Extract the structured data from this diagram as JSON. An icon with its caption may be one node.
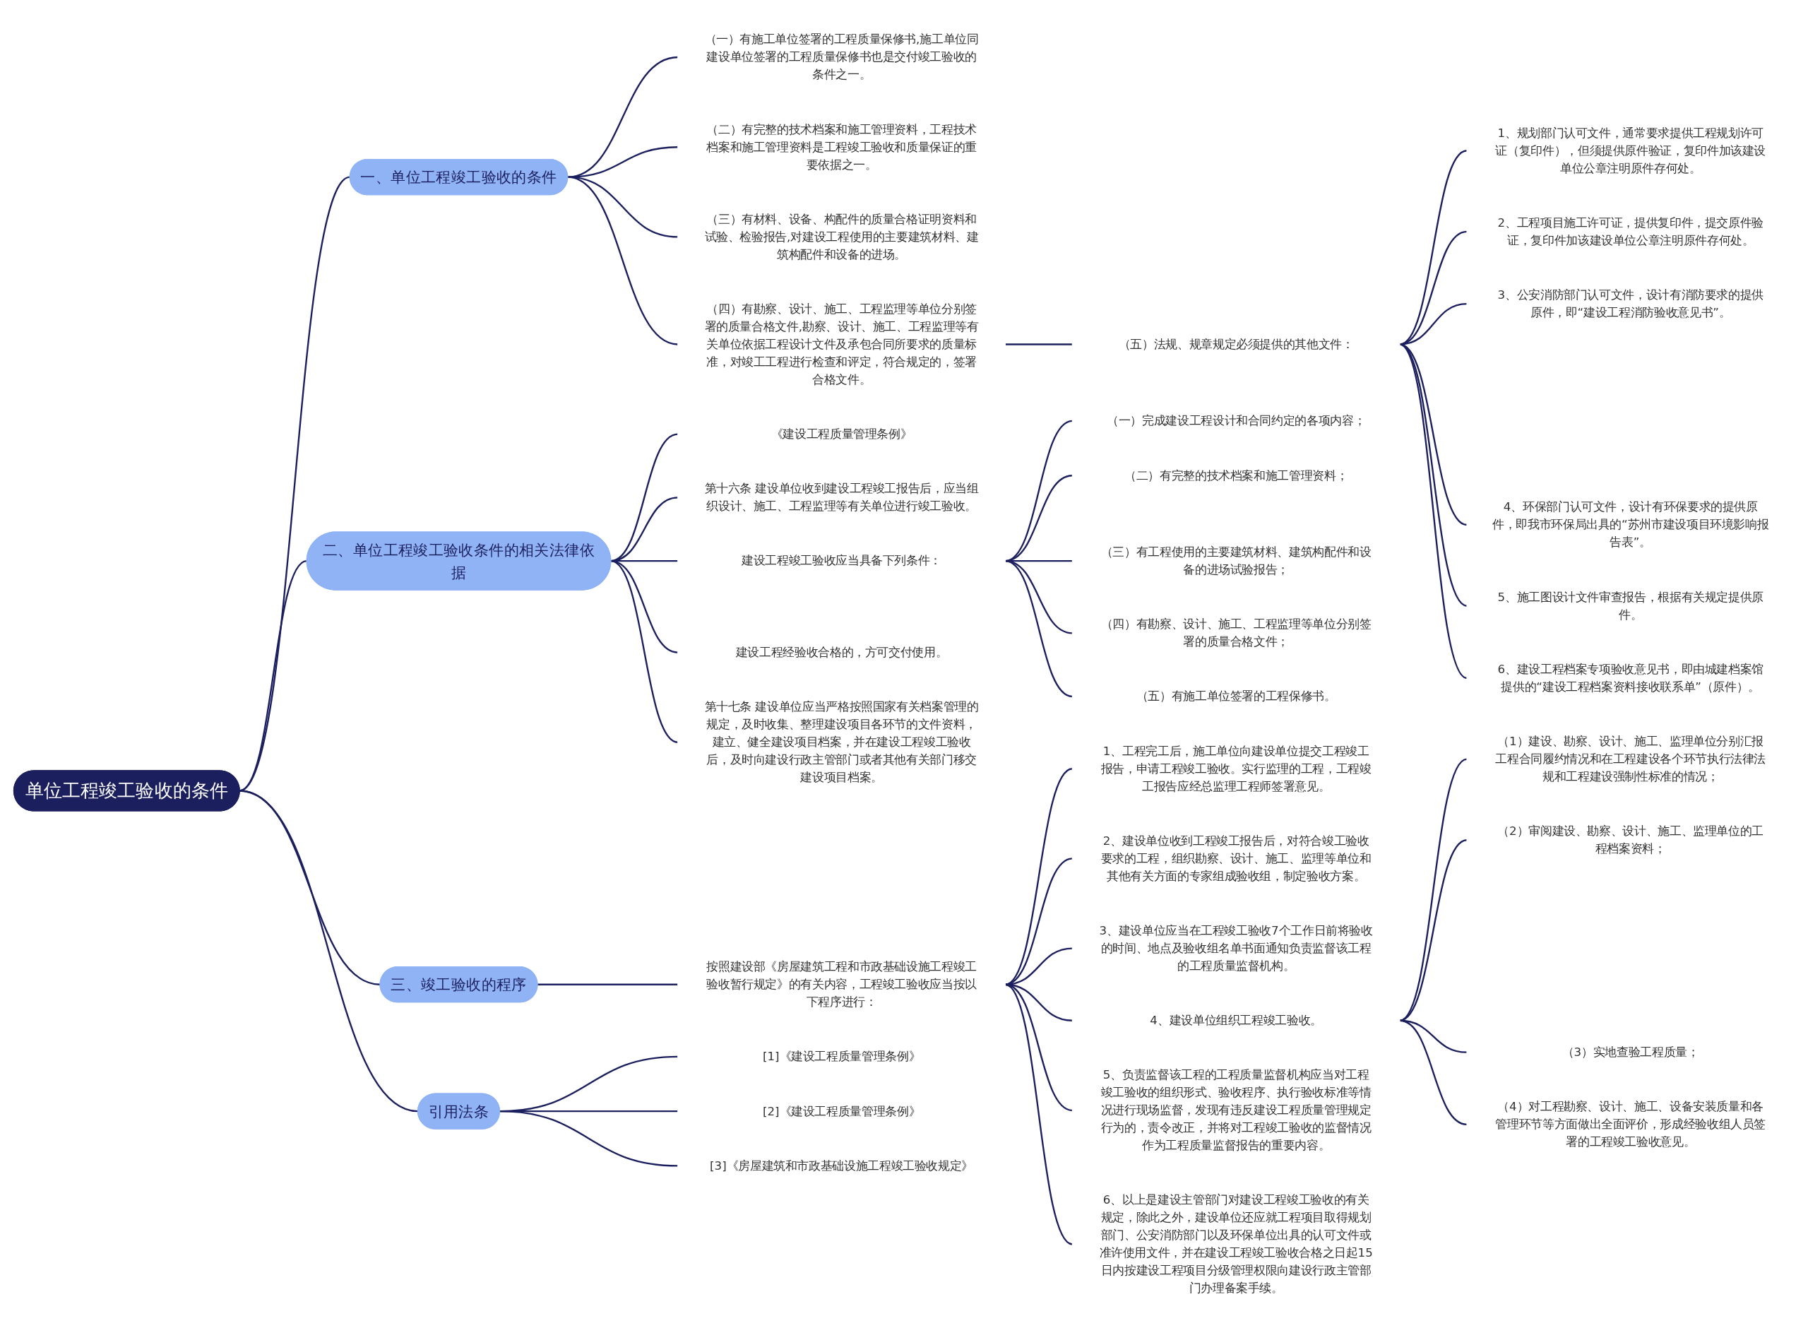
{
  "diagram": {
    "nodes": [
      {
        "text": [
          "单位工程竣工验收的条件"
        ]
      },
      {
        "text": [
          "一、单位工程竣工验收的条件"
        ]
      },
      {
        "text": [
          "（一）有施工单位签署的工程质量保修书,施工单位同建设单位签署的工程质量保修书也是交付竣工验收的条件之一。"
        ]
      },
      {
        "text": [
          "（二）有完整的技术档案和施工管理资料，工程技术档案和施工管理资料是工程竣工验收和质量保证的重要依据之一。"
        ]
      },
      {
        "text": [
          "（三）有材料、设备、构配件的质量合格证明资料和试验、检验报告,对建设工程使用的主要建筑材料、建筑构配件和设备的进场。"
        ]
      },
      {
        "text": [
          "（四）有勘察、设计、施工、工程监理等单位分别签署的质量合格文件,勘察、设计、施工、工程监理等有关单位依据工程设计文件及承包合同所要求的质量标准，对竣工工程进行检查和评定，符合规定的，签署合格文件。"
        ]
      },
      {
        "text": [
          "（五）法规、规章规定必须提供的其他文件："
        ]
      },
      {
        "text": [
          "1、规划部门认可文件，通常要求提供工程规划许可证（复印件），但须提供原件验证，复印件加该建设单位公章注明原件存何处。"
        ]
      },
      {
        "text": [
          "2、工程项目施工许可证，提供复印件，提交原件验证，复印件加该建设单位公章注明原件存何处。"
        ]
      },
      {
        "text": [
          "3、公安消防部门认可文件，设计有消防要求的提供原件，即“建设工程消防验收意见书”。"
        ]
      },
      {
        "text": [
          "4、环保部门认可文件，设计有环保要求的提供原件，即我市环保局出具的“苏州市建设项目环境影响报告表”。"
        ]
      },
      {
        "text": [
          "5、施工图设计文件审查报告，根据有关规定提供原件。"
        ]
      },
      {
        "text": [
          "6、建设工程档案专项验收意见书，即由城建档案馆提供的“建设工程档案资料接收联系单”（原件）。"
        ]
      },
      {
        "text": [
          "二、单位工程竣工验收条件的相关法律依据"
        ]
      },
      {
        "text": [
          "《建设工程质量管理条例》"
        ]
      },
      {
        "text": [
          "第十六条 建设单位收到建设工程竣工报告后，应当组织设计、施工、工程监理等有关单位进行竣工验收。"
        ]
      },
      {
        "text": [
          "建设工程竣工验收应当具备下列条件："
        ]
      },
      {
        "text": [
          "（一）完成建设工程设计和合同约定的各项内容；"
        ]
      },
      {
        "text": [
          "（二）有完整的技术档案和施工管理资料；"
        ]
      },
      {
        "text": [
          "（三）有工程使用的主要建筑材料、建筑构配件和设备的进场试验报告；"
        ]
      },
      {
        "text": [
          "（四）有勘察、设计、施工、工程监理等单位分别签署的质量合格文件；"
        ]
      },
      {
        "text": [
          "（五）有施工单位签署的工程保修书。"
        ]
      },
      {
        "text": [
          "建设工程经验收合格的，方可交付使用。"
        ]
      },
      {
        "text": [
          "第十七条 建设单位应当严格按照国家有关档案管理的规定，及时收集、整理建设项目各环节的文件资料，建立、健全建设项目档案，并在建设工程竣工验收后，及时向建设行政主管部门或者其他有关部门移交建设项目档案。"
        ]
      },
      {
        "text": [
          "三、竣工验收的程序"
        ]
      },
      {
        "text": [
          "按照建设部《房屋建筑工程和市政基础设施工程竣工验收暂行规定》的有关内容，工程竣工验收应当按以下程序进行："
        ]
      },
      {
        "text": [
          "1、工程完工后，施工单位向建设单位提交工程竣工报告，申请工程竣工验收。实行监理的工程，工程竣工报告应经总监理工程师签署意见。"
        ]
      },
      {
        "text": [
          "2、建设单位收到工程竣工报告后，对符合竣工验收要求的工程，组织勘察、设计、施工、监理等单位和其他有关方面的专家组成验收组，制定验收方案。"
        ]
      },
      {
        "text": [
          "3、建设单位应当在工程竣工验收7个工作日前将验收的时间、地点及验收组名单书面通知负责监督该工程的工程质量监督机构。"
        ]
      },
      {
        "text": [
          "4、建设单位组织工程竣工验收。"
        ]
      },
      {
        "text": [
          "（1）建设、勘察、设计、施工、监理单位分别汇报工程合同履约情况和在工程建设各个环节执行法律法规和工程建设强制性标准的情况；"
        ]
      },
      {
        "text": [
          "（2）审阅建设、勘察、设计、施工、监理单位的工程档案资料；"
        ]
      },
      {
        "text": [
          "（3）实地查验工程质量；"
        ]
      },
      {
        "text": [
          "（4）对工程勘察、设计、施工、设备安装质量和各管理环节等方面做出全面评价，形成经验收组人员签署的工程竣工验收意见。"
        ]
      },
      {
        "text": [
          "5、负责监督该工程的工程质量监督机构应当对工程竣工验收的组织形式、验收程序、执行验收标准等情况进行现场监督，发现有违反建设工程质量管理规定行为的，责令改正，并将对工程竣工验收的监督情况作为工程质量监督报告的重要内容。"
        ]
      },
      {
        "text": [
          "6、以上是建设主管部门对建设工程竣工验收的有关规定，除此之外，建设单位还应就工程项目取得规划部门、公安消防部门以及环保单位出具的认可文件或准许使用文件，并在建设工程竣工验收合格之日起15日内按建设工程项目分级管理权限向建设行政主管部门办理备案手续。"
        ]
      },
      {
        "text": [
          "引用法条"
        ]
      },
      {
        "text": [
          "[1]《建设工程质量管理条例》"
        ]
      },
      {
        "text": [
          "[2]《建设工程质量管理条例》"
        ]
      },
      {
        "text": [
          "[3]《房屋建筑和市政基础设施工程竣工验收规定》"
        ]
      }
    ],
    "edges": [
      {
        "from": 0,
        "to": 1,
        "arrow": "none"
      },
      {
        "from": 1,
        "to": 2,
        "arrow": "none"
      },
      {
        "from": 1,
        "to": 3,
        "arrow": "none"
      },
      {
        "from": 1,
        "to": 4,
        "arrow": "none"
      },
      {
        "from": 1,
        "to": 5,
        "arrow": "none"
      },
      {
        "from": 5,
        "to": 6,
        "arrow": "none"
      },
      {
        "from": 6,
        "to": 7,
        "arrow": "none"
      },
      {
        "from": 6,
        "to": 8,
        "arrow": "none"
      },
      {
        "from": 6,
        "to": 9,
        "arrow": "none"
      },
      {
        "from": 6,
        "to": 10,
        "arrow": "none"
      },
      {
        "from": 6,
        "to": 11,
        "arrow": "none"
      },
      {
        "from": 6,
        "to": 12,
        "arrow": "none"
      },
      {
        "from": 0,
        "to": 13,
        "arrow": "none"
      },
      {
        "from": 13,
        "to": 14,
        "arrow": "none"
      },
      {
        "from": 13,
        "to": 15,
        "arrow": "none"
      },
      {
        "from": 13,
        "to": 16,
        "arrow": "none"
      },
      {
        "from": 16,
        "to": 17,
        "arrow": "none"
      },
      {
        "from": 16,
        "to": 18,
        "arrow": "none"
      },
      {
        "from": 16,
        "to": 19,
        "arrow": "none"
      },
      {
        "from": 16,
        "to": 20,
        "arrow": "none"
      },
      {
        "from": 16,
        "to": 21,
        "arrow": "none"
      },
      {
        "from": 13,
        "to": 22,
        "arrow": "none"
      },
      {
        "from": 13,
        "to": 23,
        "arrow": "none"
      },
      {
        "from": 0,
        "to": 24,
        "arrow": "none"
      },
      {
        "from": 24,
        "to": 25,
        "arrow": "none"
      },
      {
        "from": 25,
        "to": 26,
        "arrow": "none"
      },
      {
        "from": 25,
        "to": 27,
        "arrow": "none"
      },
      {
        "from": 25,
        "to": 28,
        "arrow": "none"
      },
      {
        "from": 25,
        "to": 29,
        "arrow": "none"
      },
      {
        "from": 29,
        "to": 30,
        "arrow": "none"
      },
      {
        "from": 29,
        "to": 31,
        "arrow": "none"
      },
      {
        "from": 29,
        "to": 32,
        "arrow": "none"
      },
      {
        "from": 29,
        "to": 33,
        "arrow": "none"
      },
      {
        "from": 25,
        "to": 34,
        "arrow": "none"
      },
      {
        "from": 25,
        "to": 35,
        "arrow": "none"
      },
      {
        "from": 0,
        "to": 36,
        "arrow": "none"
      },
      {
        "from": 36,
        "to": 37,
        "arrow": "none"
      },
      {
        "from": 36,
        "to": 38,
        "arrow": "none"
      },
      {
        "from": 36,
        "to": 39,
        "arrow": "none"
      }
    ]
  }
}
